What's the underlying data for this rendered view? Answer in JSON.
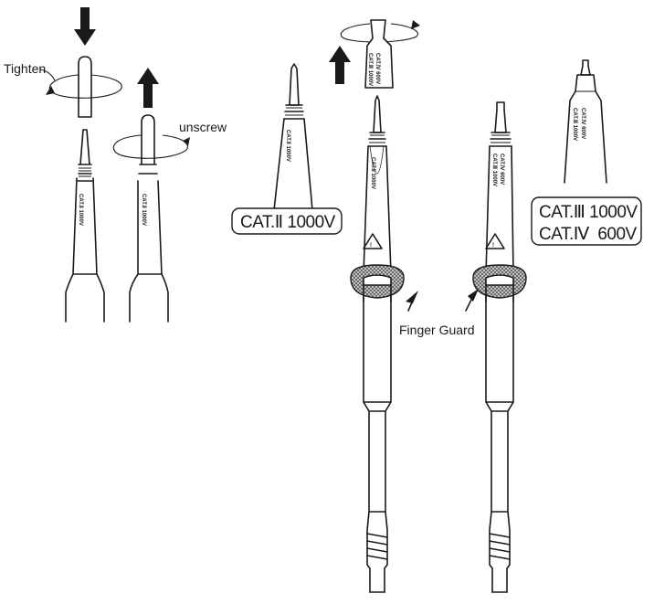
{
  "labels": {
    "tighten": "Tighten",
    "unscrew": "unscrew",
    "finger_guard": "Finger Guard"
  },
  "ratings": {
    "cat2": "CAT.Ⅱ 1000V",
    "cat3": "CAT.Ⅲ 1000V",
    "cat4": "CAT.Ⅳ  600V"
  },
  "probe_print": {
    "cat2_short": "CAT.Ⅱ 1000V",
    "cat3_short": "CAT.Ⅲ 1000V",
    "cat4_short": "CAT.Ⅳ 600V"
  },
  "colors": {
    "ink": "#1a1a1a",
    "paper": "#ffffff",
    "guard_fill": "#9a9a9a"
  }
}
